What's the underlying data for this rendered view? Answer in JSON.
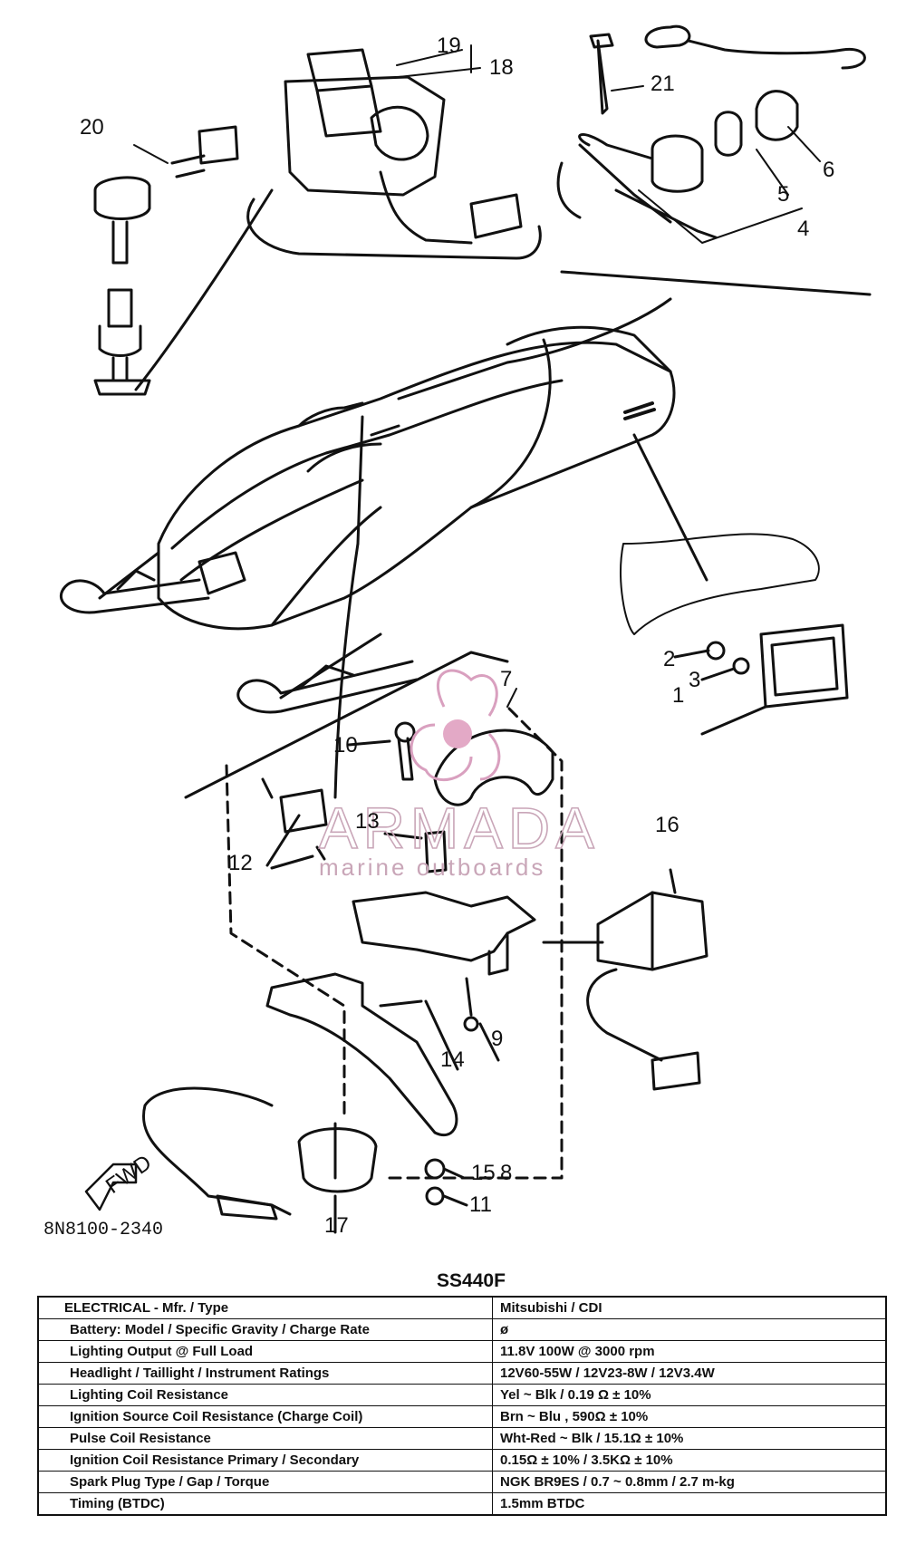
{
  "diagram": {
    "part_number": "8N8100-2340",
    "fwd_label": "FWD",
    "callouts": [
      "1",
      "2",
      "3",
      "4",
      "5",
      "6",
      "7",
      "8",
      "9",
      "10",
      "11",
      "12",
      "13",
      "14",
      "15",
      "16",
      "17",
      "18",
      "19",
      "20",
      "21"
    ],
    "watermark": {
      "brand": "ARMADA",
      "tagline": "marine outboards"
    }
  },
  "spec": {
    "model": "SS440F",
    "rows": [
      {
        "label": "ELECTRICAL - Mfr. / Type",
        "value": "Mitsubishi / CDI"
      },
      {
        "label": "Battery: Model / Specific Gravity / Charge Rate",
        "value": "ø"
      },
      {
        "label": "Lighting Output @ Full Load",
        "value": "11.8V 100W @ 3000 rpm"
      },
      {
        "label": "Headlight / Taillight / Instrument Ratings",
        "value": "12V60-55W / 12V23-8W / 12V3.4W"
      },
      {
        "label": "Lighting Coil Resistance",
        "value": "Yel ~ Blk / 0.19 Ω ± 10%"
      },
      {
        "label": "Ignition Source Coil Resistance (Charge Coil)",
        "value": "Brn ~ Blu , 590Ω ± 10%"
      },
      {
        "label": "Pulse Coil Resistance",
        "value": "Wht-Red ~ Blk / 15.1Ω ± 10%"
      },
      {
        "label": "Ignition Coil Resistance Primary / Secondary",
        "value": "0.15Ω ± 10% / 3.5KΩ ± 10%"
      },
      {
        "label": "Spark Plug Type / Gap / Torque",
        "value": "NGK BR9ES / 0.7 ~ 0.8mm / 2.7 m-kg"
      },
      {
        "label": "Timing (BTDC)",
        "value": "1.5mm BTDC"
      }
    ]
  }
}
